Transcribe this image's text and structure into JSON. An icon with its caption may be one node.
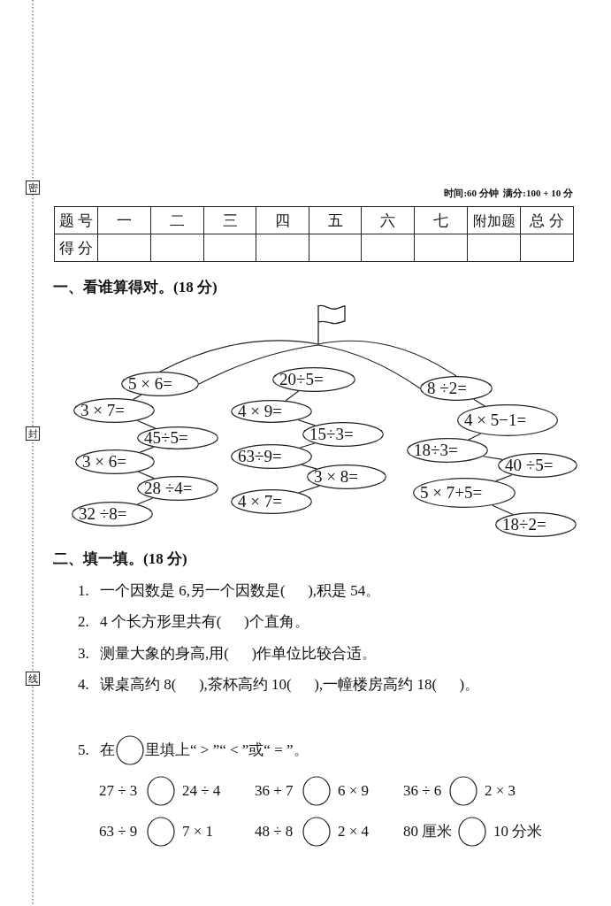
{
  "diagram": {
    "nodes": [
      {
        "text": [],
        "shape": "picture"
      },
      {
        "text": [
          "5 × 6="
        ]
      },
      {
        "text": [
          "3 × 7="
        ]
      },
      {
        "text": [
          "45÷5="
        ]
      },
      {
        "text": [
          "3 × 6="
        ]
      },
      {
        "text": [
          "28 ÷4="
        ]
      },
      {
        "text": [
          "32 ÷8="
        ]
      },
      {
        "text": [
          "20÷5="
        ]
      },
      {
        "text": [
          "4 × 9="
        ]
      },
      {
        "text": [
          "15÷3="
        ]
      },
      {
        "text": [
          "63÷9="
        ]
      },
      {
        "text": [
          "3 × 8="
        ]
      },
      {
        "text": [
          "4 × 7="
        ]
      },
      {
        "text": [
          "8 ÷2="
        ]
      },
      {
        "text": [
          "4 × 5−1="
        ]
      },
      {
        "text": [
          "18÷3="
        ]
      },
      {
        "text": [
          "40 ÷5="
        ]
      },
      {
        "text": [
          "5 × 7+5="
        ]
      },
      {
        "text": [
          "18÷2="
        ]
      }
    ],
    "edges": [
      {
        "from": 0,
        "to": 1,
        "arrow": "none"
      },
      {
        "from": 0,
        "to": 13,
        "arrow": "none"
      },
      {
        "from": 1,
        "to": 2,
        "arrow": "none"
      },
      {
        "from": 2,
        "to": 3,
        "arrow": "none"
      },
      {
        "from": 3,
        "to": 4,
        "arrow": "none"
      },
      {
        "from": 4,
        "to": 5,
        "arrow": "none"
      },
      {
        "from": 5,
        "to": 6,
        "arrow": "none"
      },
      {
        "from": 7,
        "to": 8,
        "arrow": "none"
      },
      {
        "from": 8,
        "to": 9,
        "arrow": "none"
      },
      {
        "from": 9,
        "to": 10,
        "arrow": "none"
      },
      {
        "from": 10,
        "to": 11,
        "arrow": "none"
      },
      {
        "from": 11,
        "to": 12,
        "arrow": "none"
      },
      {
        "from": 13,
        "to": 14,
        "arrow": "none"
      },
      {
        "from": 14,
        "to": 15,
        "arrow": "none"
      },
      {
        "from": 15,
        "to": 16,
        "arrow": "none"
      },
      {
        "from": 16,
        "to": 17,
        "arrow": "none"
      },
      {
        "from": 17,
        "to": 18,
        "arrow": "none"
      }
    ],
    "labels": [
      "密",
      "时间:60 分钟  满分:100 + 10 分",
      "题 号",
      "一",
      "二",
      "三",
      "四",
      "五",
      "六",
      "七",
      "附加题",
      "总 分",
      "得 分",
      "一、看谁算得对。(18 分)",
      "封",
      "二、填一填。(18 分)",
      "1.",
      "一个因数是 6,另一个因数是(      ),积是 54。",
      "2.",
      "4 个长方形里共有(      )个直角。",
      "3.",
      "测量大象的身高,用(      )作单位比较合适。",
      "线",
      "4.",
      "课桌高约 8(      ),茶杯高约 10(      ),一幢楼房高约 18(      )。",
      "5.",
      "在",
      "里填上“ > ”“ < ”或“ = ”。",
      "27 ÷ 3",
      "24 ÷ 4",
      "36 + 7",
      "6 × 9",
      "36 ÷ 6",
      "2 × 3",
      "63 ÷ 9",
      "7 × 1",
      "48 ÷ 8",
      "2 × 4",
      "80 厘米",
      "10 分米"
    ]
  }
}
